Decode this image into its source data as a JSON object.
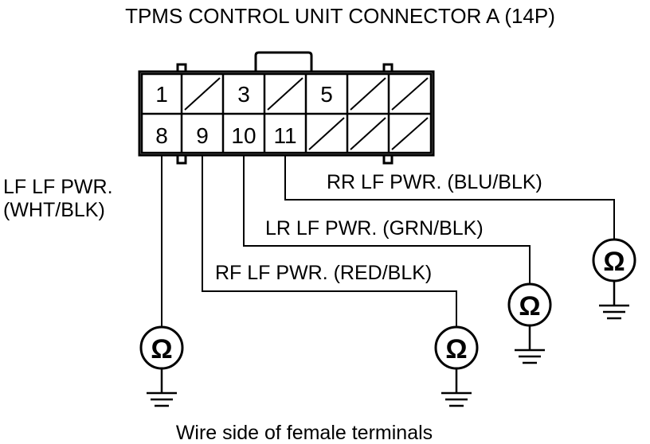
{
  "title": "TPMS CONTROL UNIT CONNECTOR A (14P)",
  "caption": "Wire side of female terminals",
  "ohm_symbol": "Ω",
  "connector": {
    "top_row": [
      "1",
      "",
      "3",
      "",
      "5",
      "",
      ""
    ],
    "bottom_row": [
      "8",
      "9",
      "10",
      "11",
      "",
      "",
      ""
    ]
  },
  "wires": {
    "lf_line1": "LF LF PWR.",
    "lf_line2": "(WHT/BLK)",
    "rf": "RF LF PWR. (RED/BLK)",
    "lr": "LR LF PWR. (GRN/BLK)",
    "rr": "RR LF PWR. (BLU/BLK)"
  }
}
